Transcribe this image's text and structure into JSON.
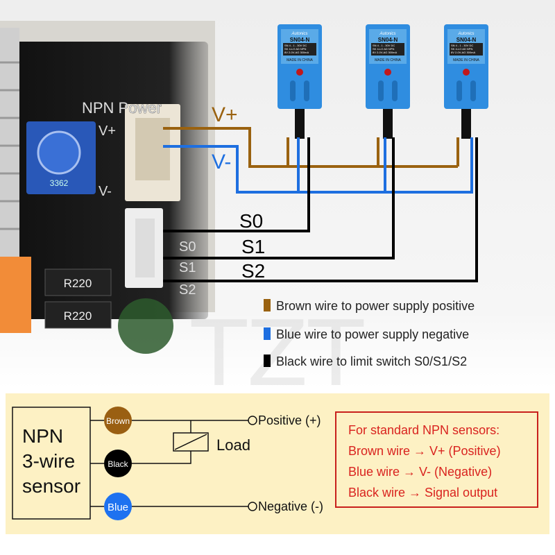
{
  "board": {
    "label_npn_power": "NPN Power",
    "resistor_1": "R220",
    "resistor_2": "R220",
    "pot_label": "3362",
    "ports": [
      "S0",
      "S1",
      "S2"
    ],
    "power_pins": [
      "V+",
      "V-"
    ]
  },
  "sensors": [
    {
      "brand": "Autonics",
      "model": "SN04-N",
      "specs": [
        "SN 4 - 1 - 30V DC",
        "SK 4-LO AD NPN",
        "8V 2-0V-AG 300mA"
      ],
      "origin": "MADE IN CHINA"
    },
    {
      "brand": "Autonics",
      "model": "SN04-N",
      "specs": [
        "SN 4 - 1 - 30V DC",
        "SK 4-LO AD NPN",
        "8V 2-0V-AG 300mA"
      ],
      "origin": "MADE IN CHINA"
    },
    {
      "brand": "Autonics",
      "model": "SN04-N",
      "specs": [
        "SN 4 - 1 - 30V DC",
        "SK 4-LO AD NPN",
        "8V 2-0V-AG 300mA"
      ],
      "origin": "MADE IN CHINA"
    }
  ],
  "wiring": {
    "v_plus": "V+",
    "v_minus": "V-",
    "s0": "S0",
    "s1": "S1",
    "s2": "S2"
  },
  "legend": [
    {
      "color": "#9a6210",
      "text": "Brown wire to power supply positive"
    },
    {
      "color": "#1e6fe0",
      "text": "Blue wire to power supply negative"
    },
    {
      "color": "#000000",
      "text": "Black wire to limit switch S0/S1/S2"
    }
  ],
  "watermark": "TZT",
  "schematic": {
    "sensor_label": [
      "NPN",
      "3-wire",
      "sensor"
    ],
    "wires": [
      {
        "label": "Brown",
        "color": "#9a5f12"
      },
      {
        "label": "Black",
        "color": "#000000"
      },
      {
        "label": "Blue",
        "color": "#1e72f0"
      }
    ],
    "positive": "Positive (+)",
    "negative": "Negative (-)",
    "load": "Load",
    "note_lines": [
      "For standard NPN sensors:",
      "Brown wire → V+ (Positive)",
      "Blue wire → V- (Negative)",
      "Black wire → Signal output"
    ]
  },
  "colors": {
    "brown": "#9a6210",
    "blue": "#1e6fe0",
    "panel_bg": "#fdf1c4",
    "note_red": "#d9231f"
  }
}
